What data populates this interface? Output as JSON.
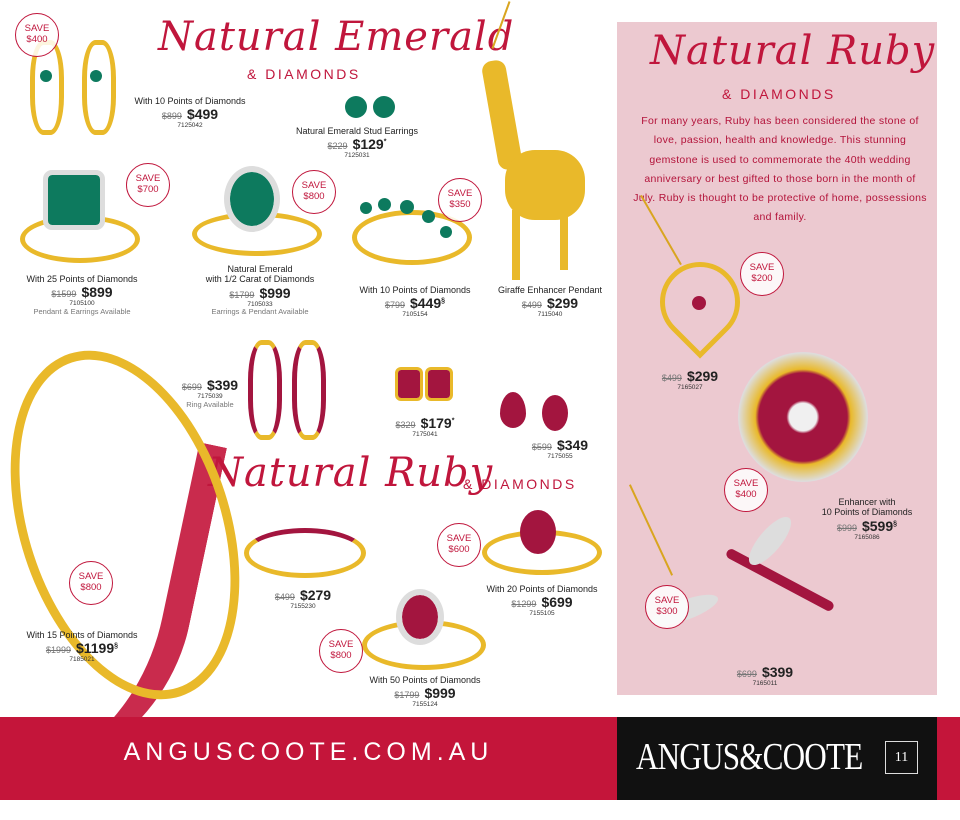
{
  "emerald_section": {
    "title": "Natural Emerald",
    "subtitle": "& DIAMONDS"
  },
  "ruby_section": {
    "title": "Natural Ruby",
    "subtitle": "& DIAMONDS"
  },
  "ruby_panel": {
    "title": "Natural Ruby",
    "subtitle": "& DIAMONDS",
    "intro": "For many years, Ruby has been considered the stone of love, passion, health and knowledge. This stunning gemstone is used to commemorate the 40th wedding anniversary or best gifted to those born in the month of July. Ruby is thought to be protective of home, possessions and family."
  },
  "products": [
    {
      "desc": "With 10 Points of Diamonds",
      "was": "$899",
      "now": "$499",
      "mark": "",
      "code": "7125042",
      "note": ""
    },
    {
      "desc": "Natural Emerald Stud Earrings",
      "was": "$229",
      "now": "$129",
      "mark": "*",
      "code": "7125031",
      "note": ""
    },
    {
      "desc": "With 25 Points of Diamonds",
      "was": "$1599",
      "now": "$899",
      "mark": "",
      "code": "7105100",
      "note": "Pendant & Earrings Available"
    },
    {
      "desc": "Natural Emerald",
      "desc2": "with 1/2 Carat of Diamonds",
      "was": "$1799",
      "now": "$999",
      "mark": "",
      "code": "7105033",
      "note": "Earrings & Pendant Available"
    },
    {
      "desc": "With 10 Points of Diamonds",
      "was": "$799",
      "now": "$449",
      "mark": "§",
      "code": "7105154",
      "note": ""
    },
    {
      "desc": "Giraffe Enhancer Pendant",
      "was": "$499",
      "now": "$299",
      "mark": "",
      "code": "7115040",
      "note": ""
    },
    {
      "desc": "",
      "was": "$699",
      "now": "$399",
      "mark": "",
      "code": "7175039",
      "note": "Ring Available"
    },
    {
      "desc": "",
      "was": "$329",
      "now": "$179",
      "mark": "*",
      "code": "7175041",
      "note": ""
    },
    {
      "desc": "",
      "was": "$599",
      "now": "$349",
      "mark": "",
      "code": "7175055",
      "note": ""
    },
    {
      "desc": "",
      "was": "$499",
      "now": "$279",
      "mark": "",
      "code": "7155230",
      "note": ""
    },
    {
      "desc": "With 20 Points of Diamonds",
      "was": "$1299",
      "now": "$699",
      "mark": "",
      "code": "7155105",
      "note": ""
    },
    {
      "desc": "With 15 Points of Diamonds",
      "was": "$1999",
      "now": "$1199",
      "mark": "§",
      "code": "7185021",
      "note": ""
    },
    {
      "desc": "With 50 Points of Diamonds",
      "was": "$1799",
      "now": "$999",
      "mark": "",
      "code": "7155124",
      "note": ""
    },
    {
      "desc": "",
      "was": "$499",
      "now": "$299",
      "mark": "",
      "code": "7165027",
      "note": ""
    },
    {
      "desc": "Enhancer with",
      "desc2": "10 Points of Diamonds",
      "was": "$999",
      "now": "$599",
      "mark": "§",
      "code": "7165086",
      "note": ""
    },
    {
      "desc": "",
      "was": "$699",
      "now": "$399",
      "mark": "",
      "code": "7165011",
      "note": ""
    }
  ],
  "badges": [
    {
      "label": "SAVE",
      "amount": "$400"
    },
    {
      "label": "SAVE",
      "amount": "$700"
    },
    {
      "label": "SAVE",
      "amount": "$800"
    },
    {
      "label": "SAVE",
      "amount": "$350"
    },
    {
      "label": "SAVE",
      "amount": "$600"
    },
    {
      "label": "SAVE",
      "amount": "$800"
    },
    {
      "label": "SAVE",
      "amount": "$800"
    },
    {
      "label": "SAVE",
      "amount": "$200"
    },
    {
      "label": "SAVE",
      "amount": "$400"
    },
    {
      "label": "SAVE",
      "amount": "$300"
    }
  ],
  "footer": {
    "website": "ANGUSCOOTE.COM.AU",
    "brand": "ANGUS&COOTE",
    "page_number": "11"
  },
  "colors": {
    "accent": "#c0163c",
    "panel": "#ecc9d0",
    "footer_red": "#c4153a",
    "footer_black": "#111111",
    "emerald": "#0d7a5e",
    "ruby": "#a3153f",
    "gold": "#e9b92a"
  }
}
